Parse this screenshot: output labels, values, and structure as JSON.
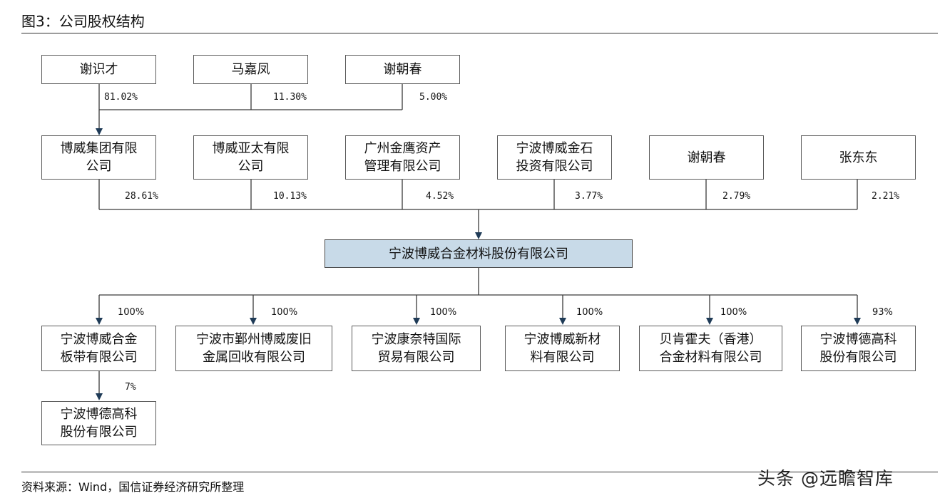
{
  "title": "图3：公司股权结构",
  "source": "资料来源：Wind，国信证券经济研究所整理",
  "watermark": "头条 @远瞻智库",
  "colors": {
    "center_fill": "#c8dae8",
    "line": "#3a3a3a",
    "arrow": "#1f3b57"
  },
  "top_owners": [
    {
      "name": "谢识才",
      "share": "81.02%"
    },
    {
      "name": "马嘉凤",
      "share": "11.30%"
    },
    {
      "name": "谢朝春",
      "share": "5.00%"
    }
  ],
  "shareholders": [
    {
      "name": "博威集团有限\n公司",
      "share": "28.61%"
    },
    {
      "name": "博威亚太有限\n公司",
      "share": "10.13%"
    },
    {
      "name": "广州金鹰资产\n管理有限公司",
      "share": "4.52%"
    },
    {
      "name": "宁波博威金石\n投资有限公司",
      "share": "3.77%"
    },
    {
      "name": "谢朝春",
      "share": "2.79%"
    },
    {
      "name": "张东东",
      "share": "2.21%"
    }
  ],
  "company": "宁波博威合金材料股份有限公司",
  "subsidiaries": [
    {
      "name": "宁波博威合金\n板带有限公司",
      "share": "100%"
    },
    {
      "name": "宁波市鄞州博威废旧\n金属回收有限公司",
      "share": "100%"
    },
    {
      "name": "宁波康奈特国际\n贸易有限公司",
      "share": "100%"
    },
    {
      "name": "宁波博威新材\n料有限公司",
      "share": "100%"
    },
    {
      "name": "贝肯霍夫（香港）\n合金材料有限公司",
      "share": "100%"
    },
    {
      "name": "宁波博德高科\n股份有限公司",
      "share": "93%"
    }
  ],
  "sub_subsidiary": {
    "name": "宁波博德高科\n股份有限公司",
    "share": "7%"
  }
}
